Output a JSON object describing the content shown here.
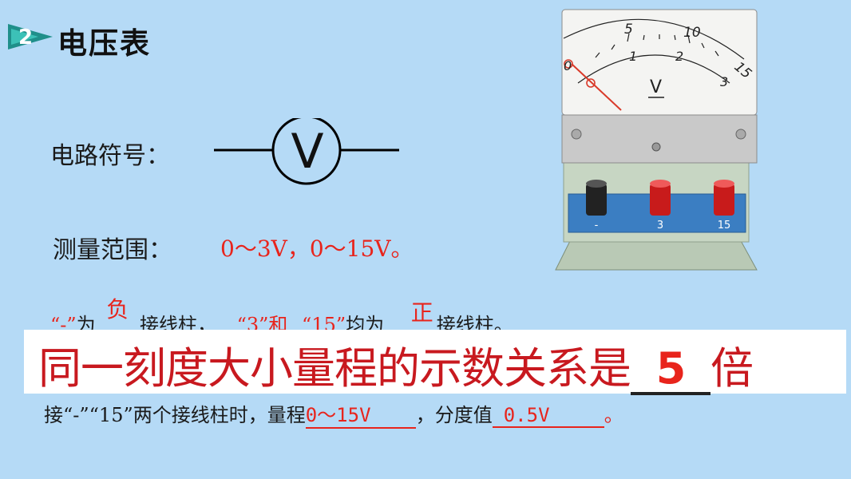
{
  "section": {
    "number": "2",
    "title": "电压表"
  },
  "symbol": {
    "label": "电路符号：",
    "letter": "V"
  },
  "range": {
    "label": "测量范围：",
    "value": "0～3V，0～15V。"
  },
  "terminals": {
    "q_minus": "“-”",
    "w1": "为",
    "ans1": "负",
    "w2": "接线柱，",
    "q_3": "“3”",
    "w3": "和",
    "q_15": "“15”",
    "w4": "均为",
    "ans2": "正",
    "w5": "接线柱。"
  },
  "banner": {
    "text": "同一刻度大小量程的示数关系是",
    "answer": "5",
    "suffix": "倍"
  },
  "connect": {
    "w1": "接",
    "q_minus": "“-”",
    "q_15": "“15”",
    "w2": "两个接线柱时，量程",
    "range_fill": "0～15V",
    "w3": "，分度值",
    "division_fill": "0.5V",
    "w4": "。"
  },
  "meter": {
    "upper_scale": [
      "5",
      "10",
      "15"
    ],
    "lower_scale": [
      "0",
      "1",
      "2",
      "3"
    ],
    "unit": "V",
    "terminal_labels": [
      "-",
      "3",
      "15"
    ],
    "colors": {
      "terminal_neg": "#222222",
      "terminal_pos": "#c81b1b",
      "panel": "#3b7ec2"
    }
  },
  "colors": {
    "background": "#b5daf6",
    "answer": "#e8241c",
    "banner_text": "#c8191f"
  }
}
